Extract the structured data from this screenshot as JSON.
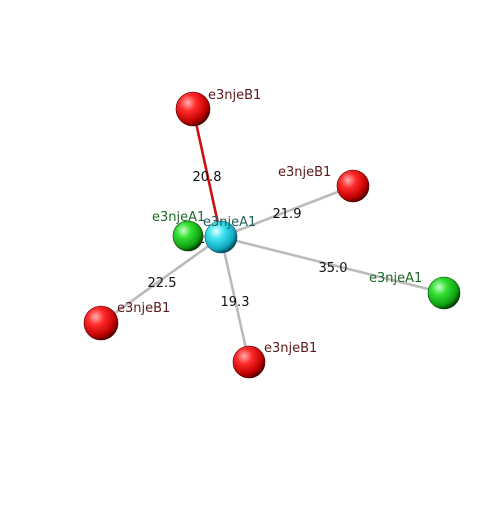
{
  "colors": {
    "background": "#ffffff",
    "center_atom": "#22d3e6",
    "red_atom": "#ee1111",
    "green_atom": "#22cc22",
    "red_label": "#5a1a1a",
    "green_label": "#1f6a2a",
    "center_label": "#1f5f5a",
    "highlight_bond": "#cc1111",
    "bond": "#bbbbbb"
  },
  "center": {
    "label": "e3njeA1"
  },
  "neighbors": [
    {
      "label": "e3njeB1",
      "element": "red",
      "distance": "20.8",
      "highlighted": true
    },
    {
      "label": "e3njeB1",
      "element": "red",
      "distance": "21.9",
      "highlighted": false
    },
    {
      "label": "e3njeA1",
      "element": "green",
      "distance": "35.0",
      "highlighted": false
    },
    {
      "label": "e3njeB1",
      "element": "red",
      "distance": "19.3",
      "highlighted": false
    },
    {
      "label": "e3njeB1",
      "element": "red",
      "distance": "22.5",
      "highlighted": false
    },
    {
      "label": "e3njeA1",
      "element": "green",
      "distance": "21",
      "highlighted": false
    }
  ]
}
